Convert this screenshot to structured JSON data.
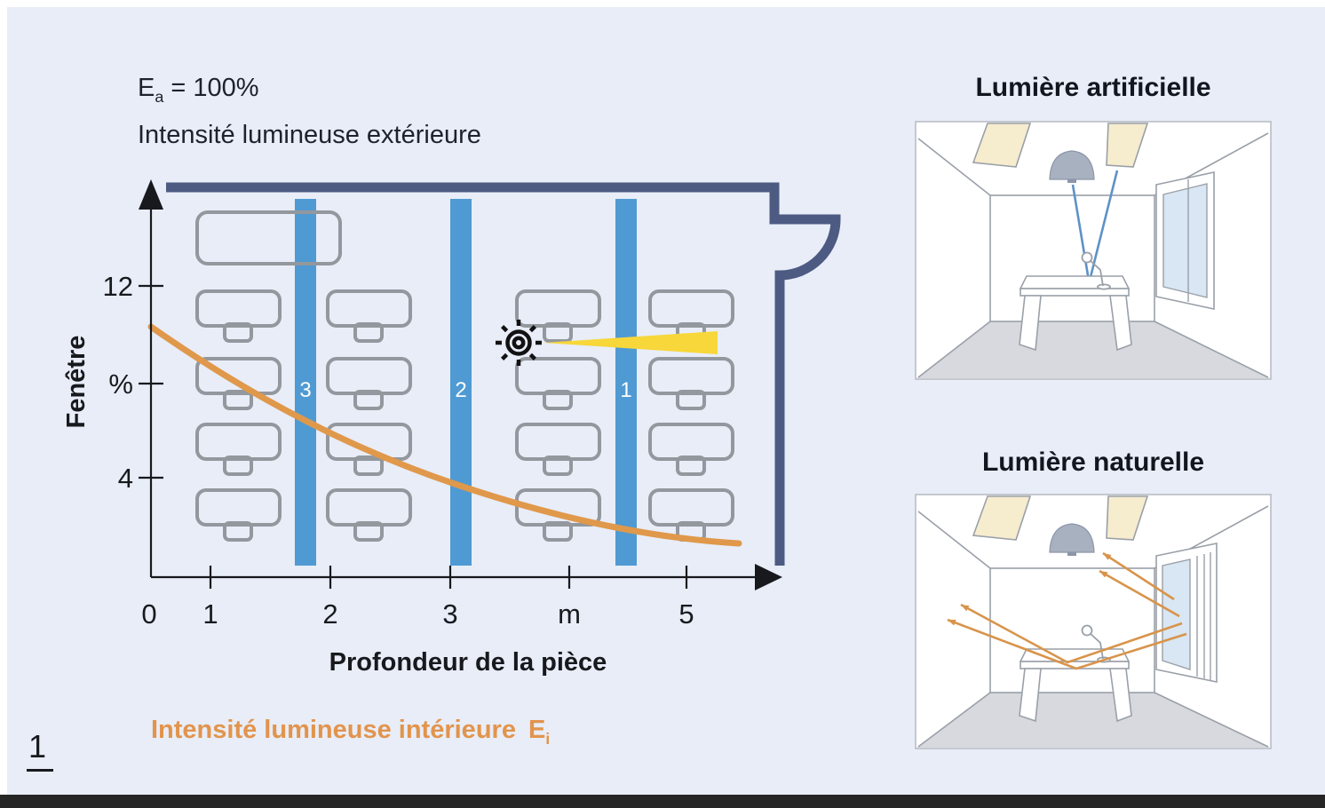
{
  "figure": {
    "number": "1"
  },
  "header": {
    "exterior_symbol": "E",
    "exterior_symbol_sub": "a",
    "exterior_value": " = 100%",
    "exterior_line2": "Intensité lumineuse extérieure"
  },
  "chart": {
    "y_axis": {
      "title": "Fenêtre",
      "unit": "%",
      "ticks": [
        "12",
        "4"
      ]
    },
    "x_axis": {
      "title": "Profondeur de la pièce",
      "ticks": [
        "0",
        "1",
        "2",
        "3",
        "m",
        "5"
      ]
    },
    "zones": [
      {
        "label": "3"
      },
      {
        "label": "2"
      },
      {
        "label": "1"
      }
    ],
    "caption_text": "Intensité lumineuse intérieure",
    "caption_symbol": "E",
    "caption_symbol_sub": "i"
  },
  "illustrations": {
    "artificial": {
      "title": "Lumière artificielle"
    },
    "natural": {
      "title": "Lumière naturelle"
    }
  },
  "chart_data": {
    "type": "line",
    "title": "Intensité lumineuse intérieure Ei en fonction de la profondeur de la pièce",
    "xlabel": "Profondeur de la pièce",
    "ylabel": "Fenêtre %",
    "x_ticks": [
      "0",
      "1",
      "2",
      "3",
      "m",
      "5"
    ],
    "y_ticks": [
      12,
      4
    ],
    "x_unit": "m",
    "reference": "Ea = 100% Intensité lumineuse extérieure",
    "series": [
      {
        "name": "Intensité lumineuse intérieure Ei",
        "x": [
          0,
          1,
          2,
          3,
          4,
          5,
          5.5
        ],
        "y": [
          10.3,
          8.5,
          5.7,
          3.8,
          2.3,
          1.5,
          1.3
        ]
      }
    ],
    "annotations": {
      "luminaire_rows": [
        {
          "label": "3",
          "x_m": 1.3
        },
        {
          "label": "2",
          "x_m": 2.6
        },
        {
          "label": "1",
          "x_m": 4.0
        }
      ],
      "light_source_at_x_m": 3.1
    }
  },
  "colors": {
    "panel_bg": "#e8edf8",
    "room_outline_navy": "#4d5b83",
    "luminaire_row_blue": "#4f9ad3",
    "curve_orange": "#e0984b",
    "caption_orange": "#e2944c",
    "beam_yellow": "#f7d73a",
    "desk_gray": "#93989e",
    "bottom_bar": "#262626"
  }
}
